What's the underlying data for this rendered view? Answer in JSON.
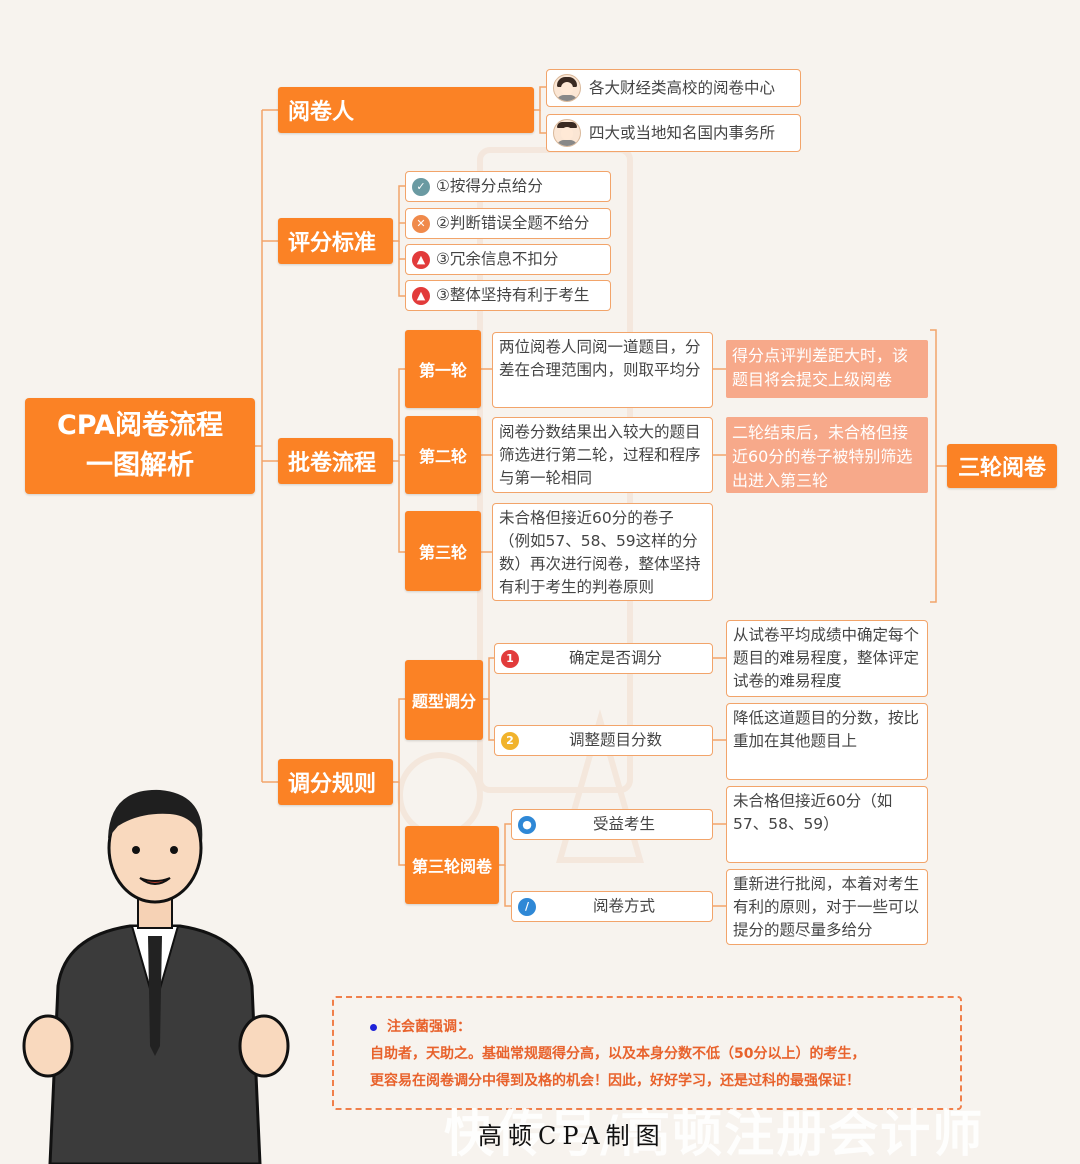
{
  "root": {
    "line1": "CPA阅卷流程",
    "line2": "一图解析"
  },
  "graders": {
    "label": "阅卷人",
    "items": [
      "各大财经类高校的阅卷中心",
      "四大或当地知名国内事务所"
    ]
  },
  "criteria": {
    "label": "评分标准",
    "items": [
      {
        "text": "①按得分点给分",
        "icon": "check-icon"
      },
      {
        "text": "②判断错误全题不给分",
        "icon": "cross-icon"
      },
      {
        "text": "③冗余信息不扣分",
        "icon": "thumbs-up-icon"
      },
      {
        "text": "③整体坚持有利于考生",
        "icon": "thumbs-up-icon"
      }
    ]
  },
  "process": {
    "label": "批卷流程",
    "rounds": [
      {
        "label": "第一轮",
        "text": "两位阅卷人同阅一道题目，分差在合理范围内，则取平均分"
      },
      {
        "label": "第二轮",
        "text": "阅卷分数结果出入较大的题目筛选进行第二轮，过程和程序与第一轮相同"
      },
      {
        "label": "第三轮",
        "text": "未合格但接近60分的卷子（例如57、58、59这样的分数）再次进行阅卷，整体坚持有利于考生的判卷原则"
      }
    ],
    "notes": [
      "得分点评判差距大时，该题目将会提交上级阅卷",
      "二轮结束后，未合格但接近60分的卷子被特别筛选出进入第三轮"
    ],
    "third_label": "三轮阅卷"
  },
  "adjust": {
    "label": "调分规则",
    "groups": [
      {
        "label": "题型调分",
        "items": [
          {
            "text": "确定是否调分",
            "icon": "number-1-icon",
            "detail": "从试卷平均成绩中确定每个题目的难易程度，整体评定试卷的难易程度"
          },
          {
            "text": "调整题目分数",
            "icon": "number-2-icon",
            "detail": "降低这道题目的分数，按比重加在其他题目上"
          }
        ]
      },
      {
        "label": "第三轮阅卷",
        "items": [
          {
            "text": "受益考生",
            "icon": "user-icon",
            "detail": "未合格但接近60分（如57、58、59）"
          },
          {
            "text": "阅卷方式",
            "icon": "pen-icon",
            "detail": "重新进行批阅，本着对考生有利的原则，对于一些可以提分的题尽量多给分"
          }
        ]
      }
    ]
  },
  "note": {
    "title": "注会菌强调：",
    "line1": "自助者，天助之。基础常规题得分高，以及本身分数不低（50分以上）的考生，",
    "line2": "更容易在阅卷调分中得到及格的机会！因此，好好学习，还是过科的最强保证！"
  },
  "credit": "高顿CPA制图",
  "watermark": "快传号/高顿注册会计师",
  "colors": {
    "accent": "#fb8225",
    "line": "#f2a46a",
    "pale": "#f7a98a",
    "note": "#e8622c"
  }
}
